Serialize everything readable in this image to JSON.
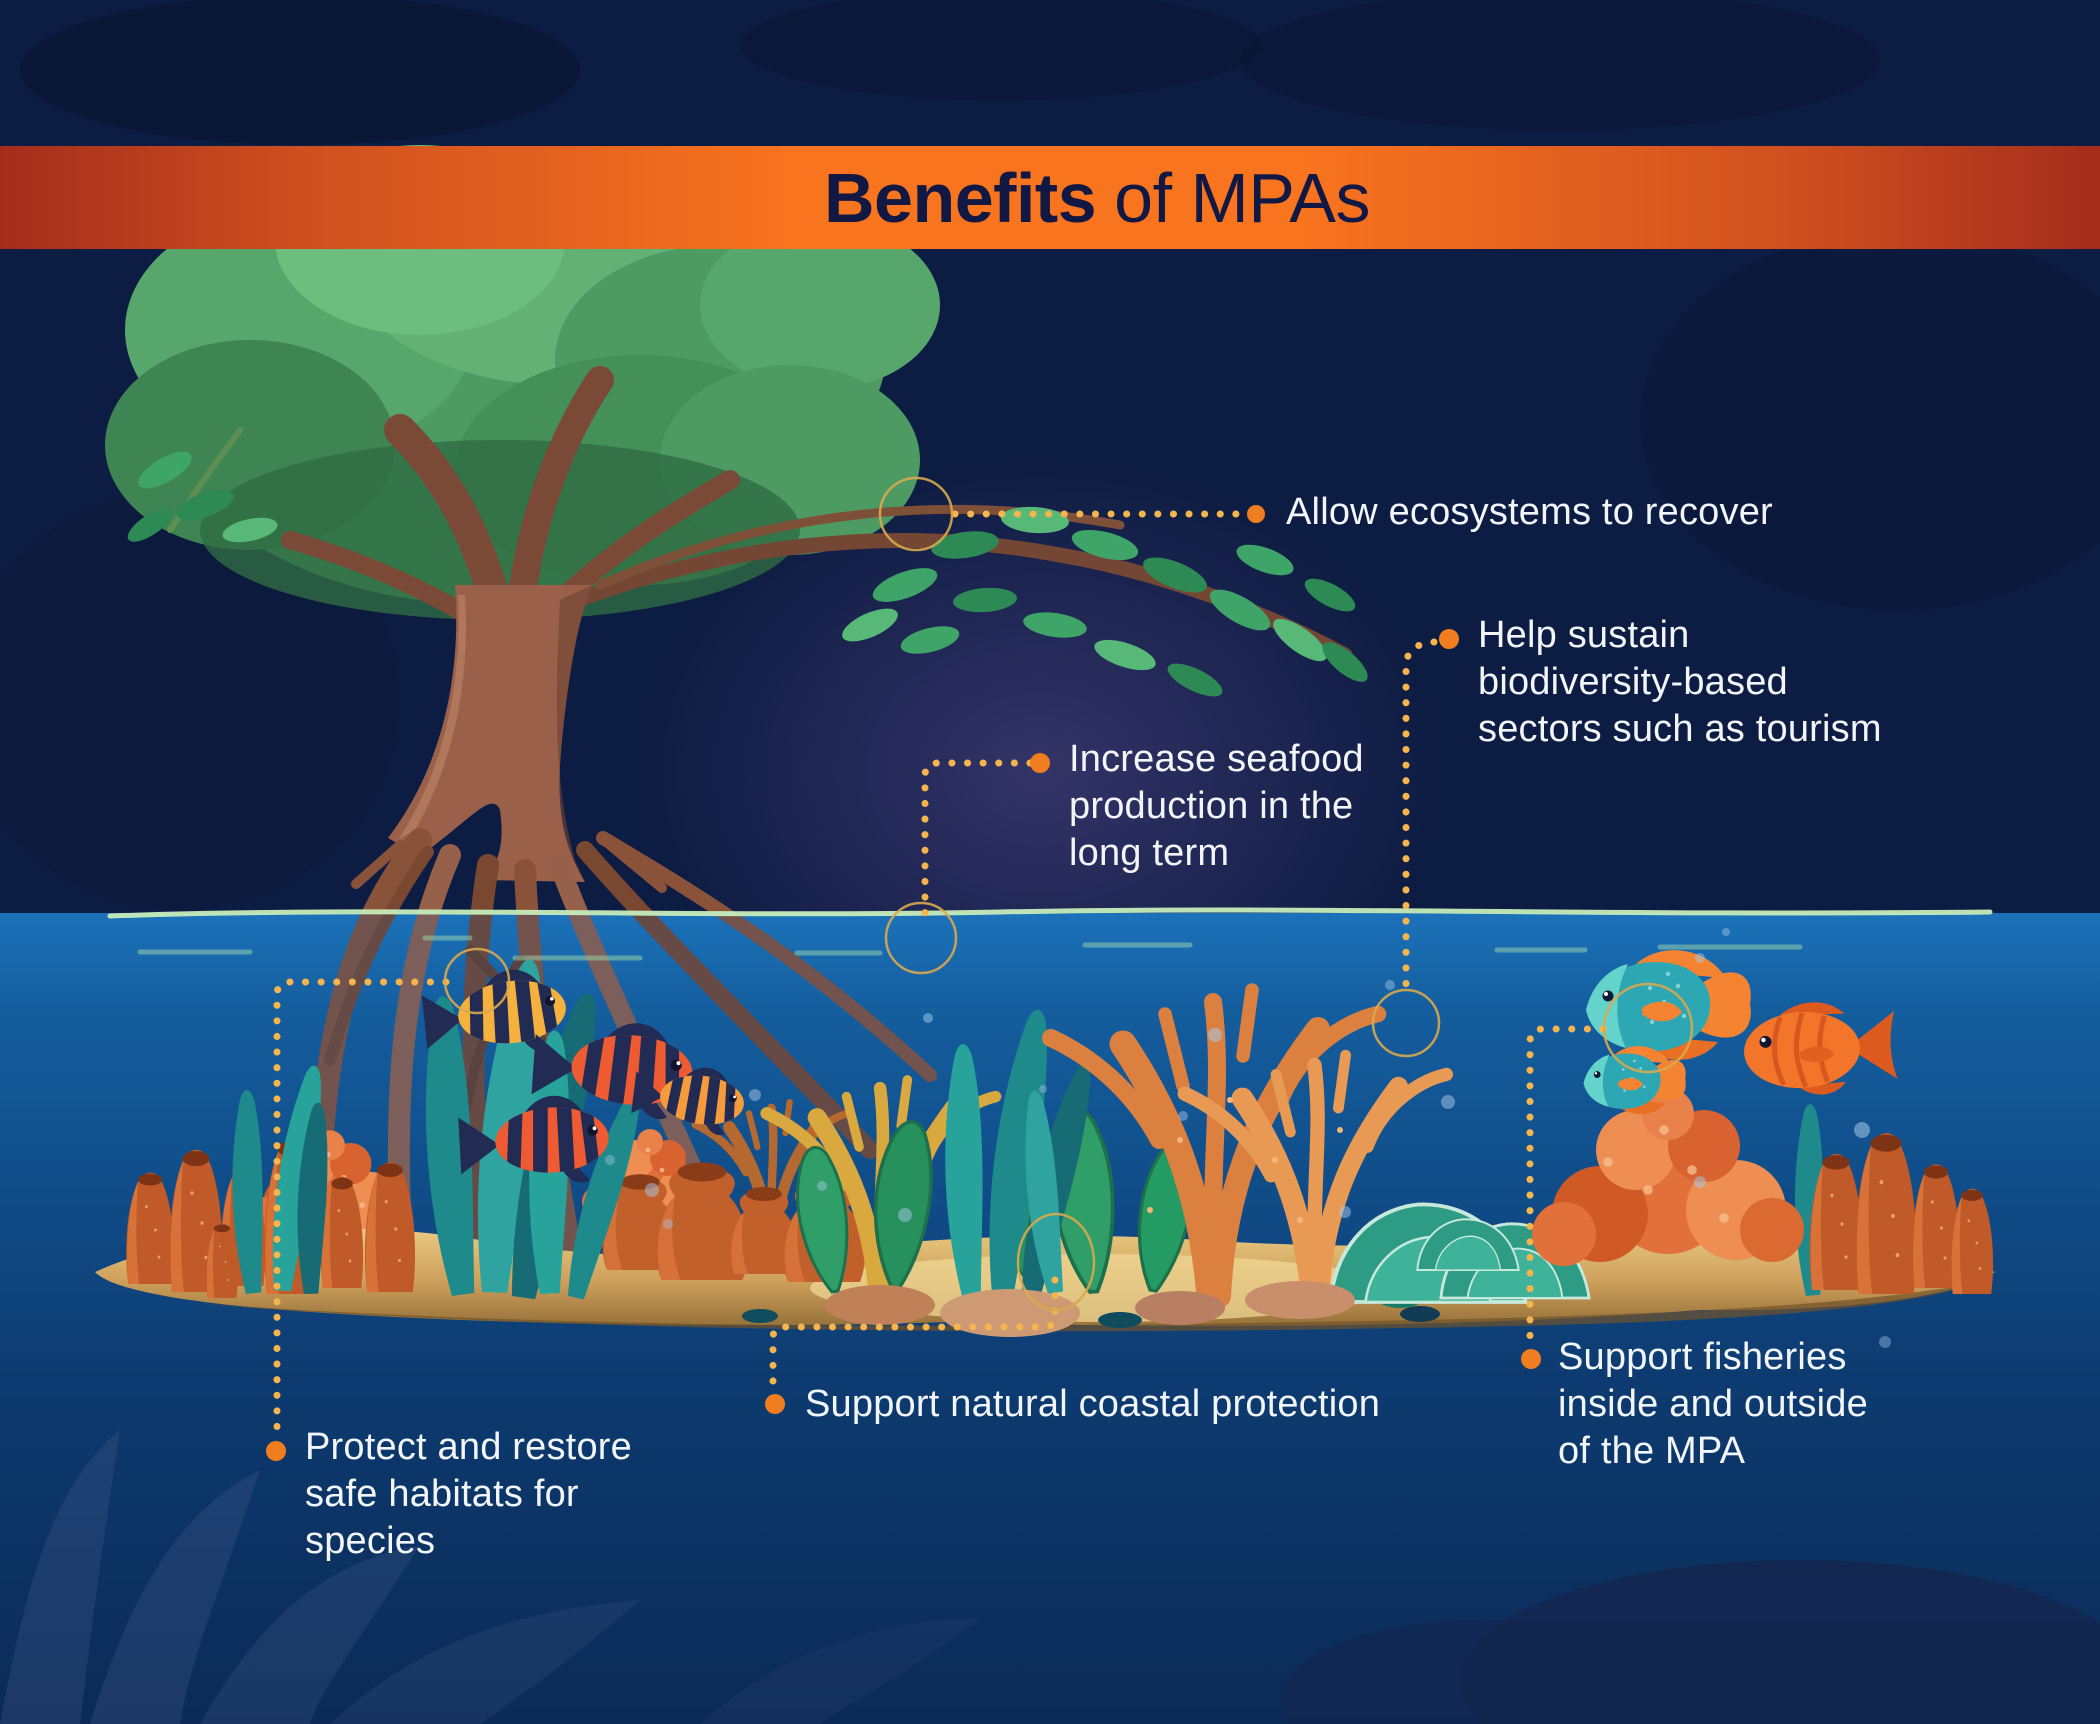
{
  "title": {
    "bold": "Benefits",
    "rest": "of MPAs"
  },
  "callouts": {
    "recover": {
      "lines": [
        "Allow ecosystems to recover"
      ]
    },
    "tourism": {
      "lines": [
        "Help sustain",
        "biodiversity-based",
        "sectors such as tourism"
      ]
    },
    "seafood": {
      "lines": [
        "Increase seafood",
        "production in the",
        "long term"
      ]
    },
    "coastal": {
      "lines": [
        "Support natural coastal protection"
      ]
    },
    "habitats": {
      "lines": [
        "Protect and restore",
        "safe habitats for",
        "species"
      ]
    },
    "fisheries": {
      "lines": [
        "Support fisheries",
        "inside and outside",
        "of the MPA"
      ]
    }
  },
  "colors": {
    "background_navy": "#0D1C42",
    "banner_orange": "#F8741F",
    "banner_edge_red": "#A42D1C",
    "title_navy": "#111843",
    "callout_text": "#F2F5FA",
    "leader_dots_gold": "#F4B44E",
    "bullet_orange": "#F07D1F",
    "water_blue": "#1668AE",
    "waterline_green": "#C6EDBA",
    "canopy_green": "#4E9A63",
    "trunk_brown": "#9A6049",
    "sand_tan": "#D9B169",
    "coral_orange": "#DC8040",
    "coral_teal": "#2E9C85"
  }
}
